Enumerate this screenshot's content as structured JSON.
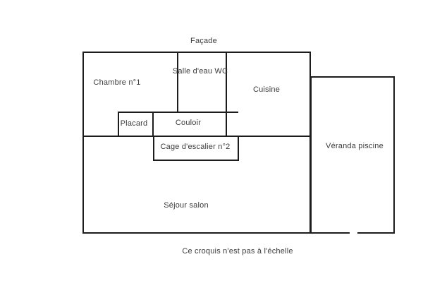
{
  "floor_plan": {
    "facade_label": "Façade",
    "rooms": [
      {
        "id": "chambre-1",
        "label": "Chambre n°1"
      },
      {
        "id": "salle-eau-wc",
        "label": "Salle d'eau WC"
      },
      {
        "id": "cuisine",
        "label": "Cuisine"
      },
      {
        "id": "placard",
        "label": "Placard"
      },
      {
        "id": "couloir",
        "label": "Couloir"
      },
      {
        "id": "cage-escalier-2",
        "label": "Cage d'escalier n°2"
      },
      {
        "id": "veranda-piscine",
        "label": "Véranda piscine"
      },
      {
        "id": "sejour-salon",
        "label": "Séjour salon"
      }
    ],
    "footer_note": "Ce croquis n'est pas à l'échelle",
    "colors": {
      "wall": "#1c1c1c",
      "text": "#3b3b3b",
      "background": "#ffffff"
    }
  }
}
